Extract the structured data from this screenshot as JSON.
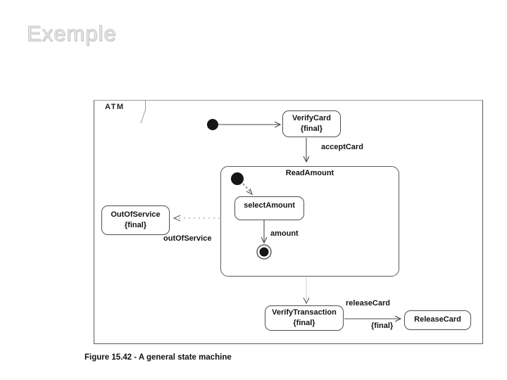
{
  "slide": {
    "title": "Exemple",
    "caption": "Figure 15.42 - A general state machine"
  },
  "frame": {
    "label": "ATM"
  },
  "states": {
    "verify_card": {
      "name": "VerifyCard",
      "constraint": "{final}"
    },
    "read_amount": {
      "name": "ReadAmount"
    },
    "select_amount": {
      "name": "selectAmount"
    },
    "out_of_service": {
      "name": "OutOfService",
      "constraint": "{final}"
    },
    "verify_transaction": {
      "name": "VerifyTransaction",
      "constraint": "{final}"
    },
    "release_card": {
      "name": "ReleaseCard"
    }
  },
  "transitions": {
    "accept_card": {
      "label": "acceptCard"
    },
    "out_of_service": {
      "label": "outOfService"
    },
    "amount": {
      "label": "amount"
    },
    "release_card": {
      "label": "releaseCard",
      "guard": "{final}"
    }
  },
  "colors": {
    "background": "#ffffff",
    "title_text": "#dcdcdc",
    "diagram_line": "#4f4f4f",
    "state_fill": "#ffffff",
    "text": "#141414"
  }
}
